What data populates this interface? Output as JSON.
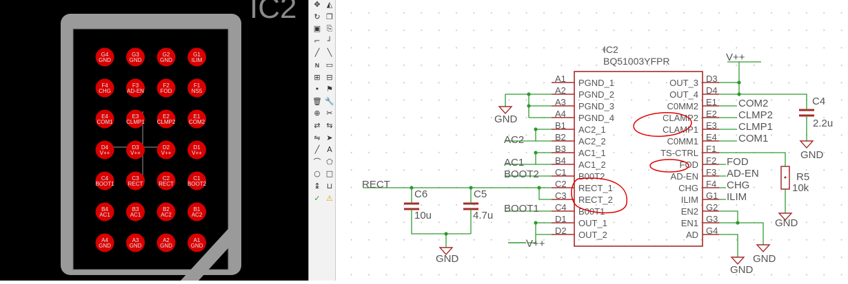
{
  "board": {
    "ic_label": "IC2",
    "pads": [
      {
        "row": 0,
        "col": 0,
        "ball": "G4",
        "net": "GND"
      },
      {
        "row": 0,
        "col": 1,
        "ball": "G3",
        "net": "GND"
      },
      {
        "row": 0,
        "col": 2,
        "ball": "G2",
        "net": "GND"
      },
      {
        "row": 0,
        "col": 3,
        "ball": "G1",
        "net": "ILIM"
      },
      {
        "row": 1,
        "col": 0,
        "ball": "F4",
        "net": "CHG"
      },
      {
        "row": 1,
        "col": 1,
        "ball": "F3",
        "net": "AD-EN"
      },
      {
        "row": 1,
        "col": 2,
        "ball": "F2",
        "net": "FOD"
      },
      {
        "row": 1,
        "col": 3,
        "ball": "F1",
        "net": "NS5"
      },
      {
        "row": 2,
        "col": 0,
        "ball": "E4",
        "net": "COM1"
      },
      {
        "row": 2,
        "col": 1,
        "ball": "E3",
        "net": "CLMP1"
      },
      {
        "row": 2,
        "col": 2,
        "ball": "E2",
        "net": "CLMP2"
      },
      {
        "row": 2,
        "col": 3,
        "ball": "E1",
        "net": "COM2"
      },
      {
        "row": 3,
        "col": 0,
        "ball": "D4",
        "net": "V++"
      },
      {
        "row": 3,
        "col": 1,
        "ball": "D3",
        "net": "V++"
      },
      {
        "row": 3,
        "col": 2,
        "ball": "D2",
        "net": "V++"
      },
      {
        "row": 3,
        "col": 3,
        "ball": "D1",
        "net": "V++"
      },
      {
        "row": 4,
        "col": 0,
        "ball": "C4",
        "net": "BOOT1"
      },
      {
        "row": 4,
        "col": 1,
        "ball": "C3",
        "net": "RECT"
      },
      {
        "row": 4,
        "col": 2,
        "ball": "C2",
        "net": "RECT"
      },
      {
        "row": 4,
        "col": 3,
        "ball": "C1",
        "net": "BOOT2"
      },
      {
        "row": 5,
        "col": 0,
        "ball": "B4",
        "net": "AC1"
      },
      {
        "row": 5,
        "col": 1,
        "ball": "B3",
        "net": "AC1"
      },
      {
        "row": 5,
        "col": 2,
        "ball": "B2",
        "net": "AC2"
      },
      {
        "row": 5,
        "col": 3,
        "ball": "B1",
        "net": "AC2"
      },
      {
        "row": 6,
        "col": 0,
        "ball": "A4",
        "net": "GND"
      },
      {
        "row": 6,
        "col": 1,
        "ball": "A3",
        "net": "GND"
      },
      {
        "row": 6,
        "col": 2,
        "ball": "A2",
        "net": "GND"
      },
      {
        "row": 6,
        "col": 3,
        "ball": "A1",
        "net": "GND"
      }
    ]
  },
  "toolbar": {
    "icons": [
      "move-icon",
      "mirror-icon",
      "rotate-icon",
      "copy-icon",
      "group-icon",
      "paste-icon",
      "split-icon",
      "wire-icon",
      "net-icon",
      "bus-icon",
      "name-icon",
      "label-icon",
      "attribute-icon",
      "value-icon",
      "junction-icon",
      "tag-icon",
      "delete-icon",
      "wrench-icon",
      "add-icon",
      "smash-icon",
      "replace-icon",
      "swap-icon",
      "gateswap-icon",
      "pinswap-icon",
      "line-icon",
      "text-icon",
      "arc-icon",
      "polygon-icon",
      "circle-icon",
      "rect-icon",
      "dimension-icon",
      "frame-icon",
      "erc-icon",
      "warning-icon"
    ]
  },
  "schematic": {
    "part_name": "IC2",
    "part_value": "BQ51003YFPR",
    "left_pins": [
      {
        "ball": "A1",
        "name": "PGND_1"
      },
      {
        "ball": "A2",
        "name": "PGND_2"
      },
      {
        "ball": "A3",
        "name": "PGND_3"
      },
      {
        "ball": "A4",
        "name": "PGND_4"
      },
      {
        "ball": "B1",
        "name": "AC2_1"
      },
      {
        "ball": "B2",
        "name": "AC2_2"
      },
      {
        "ball": "B3",
        "name": "AC1_1"
      },
      {
        "ball": "B4",
        "name": "AC1_2"
      },
      {
        "ball": "C1",
        "name": "B00T2"
      },
      {
        "ball": "C2",
        "name": "RECT_1"
      },
      {
        "ball": "C3",
        "name": "RECT_2"
      },
      {
        "ball": "C4",
        "name": "B00T1"
      },
      {
        "ball": "D1",
        "name": "OUT_1"
      },
      {
        "ball": "D2",
        "name": "OUT_2"
      }
    ],
    "right_pins": [
      {
        "ball": "D3",
        "name": "OUT_3"
      },
      {
        "ball": "D4",
        "name": "OUT_4"
      },
      {
        "ball": "E1",
        "name": "C0MM2"
      },
      {
        "ball": "E2",
        "name": "CLAMP2"
      },
      {
        "ball": "E3",
        "name": "CLAMP1"
      },
      {
        "ball": "E4",
        "name": "C0MM1"
      },
      {
        "ball": "F1",
        "name": "TS-CTRL"
      },
      {
        "ball": "F2",
        "name": "FOD"
      },
      {
        "ball": "F3",
        "name": "AD-EN"
      },
      {
        "ball": "F4",
        "name": "CHG"
      },
      {
        "ball": "G1",
        "name": "ILIM"
      },
      {
        "ball": "G2",
        "name": "EN2"
      },
      {
        "ball": "G3",
        "name": "EN1"
      },
      {
        "ball": "G4",
        "name": "AD"
      }
    ],
    "nets": {
      "gnd_1": "GND",
      "gnd_2": "GND",
      "gnd_3": "GND",
      "gnd_4": "GND",
      "gnd_5": "GND",
      "gnd_6": "GND",
      "ac2": "AC2",
      "ac1": "AC1",
      "boot2": "BOOT2",
      "boot1": "BOOT1",
      "rect": "RECT",
      "vpp_top": "V++",
      "vpp_bottom": "V++",
      "com2": "COM2",
      "clmp2": "CLMP2",
      "clmp1": "CLMP1",
      "com1": "COM1",
      "fod": "FOD",
      "aden": "AD-EN",
      "chg": "CHG",
      "ilim": "ILIM"
    },
    "components": {
      "c6_name": "C6",
      "c6_value": "10u",
      "c5_name": "C5",
      "c5_value": "4.7u",
      "c4_name": "C4",
      "c4_value": "2.2u",
      "r5_name": "R5",
      "r5_value": "10k"
    },
    "colors": {
      "wire": "#2f9a2f",
      "symbol": "#a52a2a",
      "text": "#555555",
      "annotation": "#e00000",
      "pad": "#d80000",
      "pcb_outline": "#9a9a9a"
    }
  }
}
